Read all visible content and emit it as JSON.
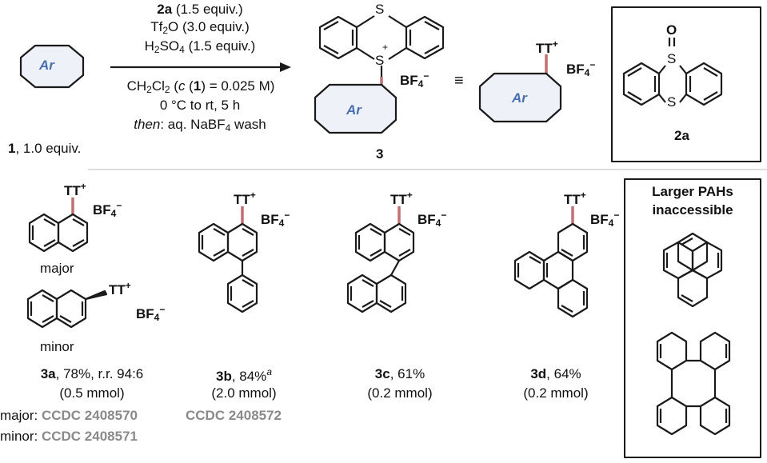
{
  "reaction": {
    "reagent_bold": "2a",
    "reagent_rest": " (1.5 equiv.)",
    "tf2o_a": "Tf",
    "tf2o_sub": "2",
    "tf2o_b": "O (3.0 equiv.)",
    "h2so4_a": "H",
    "h2so4_sub1": "2",
    "h2so4_b": "SO",
    "h2so4_sub2": "4",
    "h2so4_c": " (1.5 equiv.)",
    "solvent_a": "CH",
    "solvent_sub1": "Cl",
    "solvent_sub2": "2",
    "solvent_b": " (",
    "solvent_c_it": "c",
    "solvent_c": " (",
    "solvent_1": "1",
    "solvent_d": ") = 0.025 M)",
    "temp": "0 °C to rt, 5 h",
    "then_it": "then",
    "wash_a": ": aq. NaBF",
    "wash_sub": "4",
    "wash_b": " wash",
    "sm_number": "1",
    "sm_equiv": ", 1.0 equiv.",
    "ar_label": "Ar",
    "product_number": "3",
    "equiv_symbol": "≡",
    "tt_label": "TT",
    "plus": "+",
    "minus": "−",
    "bf": "BF",
    "bf_sub": "4",
    "s_label": "S",
    "o_label": "O",
    "reagent_box_label": "2a"
  },
  "products": [
    {
      "id": "3a",
      "yield": ", 78%, r.r. 94:6",
      "scale": "(0.5 mmol)",
      "major": "major",
      "minor": "minor",
      "ccdc_major_prefix": "major: ",
      "ccdc_major": "CCDC 2408570",
      "ccdc_minor_prefix": "minor: ",
      "ccdc_minor": "CCDC 2408571"
    },
    {
      "id": "3b",
      "yield": ", 84%",
      "footnote": "a",
      "scale": "(2.0 mmol)",
      "ccdc": "CCDC 2408572"
    },
    {
      "id": "3c",
      "yield": ", 61%",
      "scale": "(0.2 mmol)"
    },
    {
      "id": "3d",
      "yield": ", 64%",
      "scale": "(0.2 mmol)"
    }
  ],
  "pah_box": {
    "title_line1": "Larger PAHs",
    "title_line2": "inaccessible"
  },
  "colors": {
    "bond_highlight": "#c07070",
    "ccdc_gray": "#8a8a8a",
    "ar_text": "#4a6fb0",
    "ar_fill": "#eef2f8"
  }
}
